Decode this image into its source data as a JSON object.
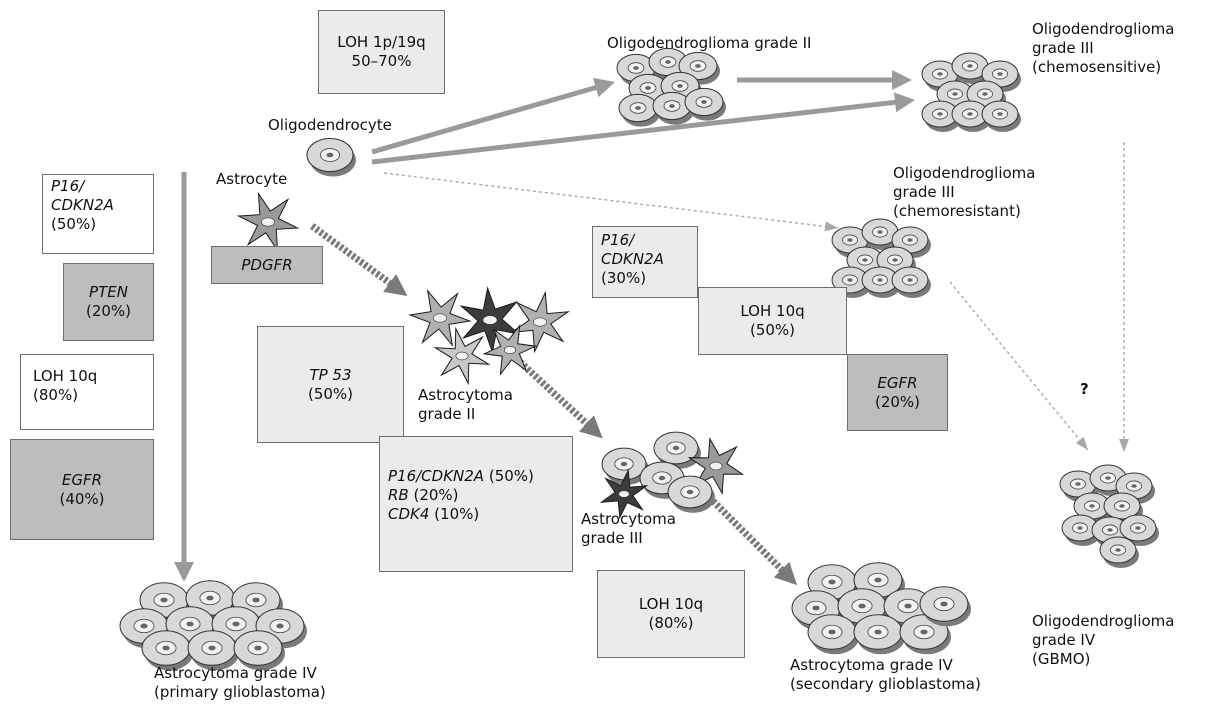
{
  "colors": {
    "cell_light": "#d8d8d8",
    "cell_dark": "#7a7a7a",
    "nucleus": "#f2f2f2",
    "star_dark": "#3c3c3c",
    "arrow_solid": "#9a9a9a",
    "arrow_hatched": "#7a7a7a",
    "arrow_dotted": "#a8a8a8",
    "box_light": "#ebebeb",
    "box_dark": "#bdbdbd"
  },
  "cells": {
    "oligodendrocyte": "Oligodendrocyte",
    "astrocyte": "Astrocyte",
    "oligo_grade2": "Oligodendroglioma grade II",
    "oligo_grade3_sens": [
      "Oligodendroglioma",
      "grade III",
      "(chemosensitive)"
    ],
    "oligo_grade3_res": [
      "Oligodendroglioma",
      "grade III",
      "(chemoresistant)"
    ],
    "oligo_grade4": [
      "Oligodendroglioma",
      "grade IV",
      "(GBMO)"
    ],
    "astro_grade2": [
      "Astrocytoma",
      "grade II"
    ],
    "astro_grade3": [
      "Astrocytoma",
      "grade III"
    ],
    "astro_grade4_primary": [
      "Astrocytoma grade IV",
      "(primary glioblastoma)"
    ],
    "astro_grade4_secondary": [
      "Astrocytoma grade IV",
      "(secondary glioblastoma)"
    ]
  },
  "question_mark": "?",
  "boxes": {
    "loh_1p19q": [
      "LOH 1p/19q",
      "50–70%"
    ],
    "pdgfr": "PDGFR",
    "tp53_gene": "TP 53",
    "tp53_pct": "(50%)",
    "left_p16_gene": [
      "P16/",
      "CDKN2A"
    ],
    "left_p16_pct": "(50%)",
    "left_pten_gene": "PTEN",
    "left_pten_pct": "(20%)",
    "left_loh10q": [
      "LOH 10q",
      "(80%)"
    ],
    "left_egfr_gene": "EGFR",
    "left_egfr_pct": "(40%)",
    "mid_p16_gene": [
      "P16/",
      "CDKN2A"
    ],
    "mid_p16_pct": "(30%)",
    "mid_loh10q": [
      "LOH 10q",
      "(50%)"
    ],
    "mid_egfr_gene": "EGFR",
    "mid_egfr_pct": "(20%)",
    "combo_p16_gene": "P16/CDKN2A",
    "combo_p16_pct": " (50%)",
    "combo_rb_gene": "RB",
    "combo_rb_pct": " (20%)",
    "combo_cdk4_gene": "CDK4",
    "combo_cdk4_pct": " (10%)",
    "bottom_loh10q": [
      "LOH 10q",
      "(80%)"
    ]
  }
}
